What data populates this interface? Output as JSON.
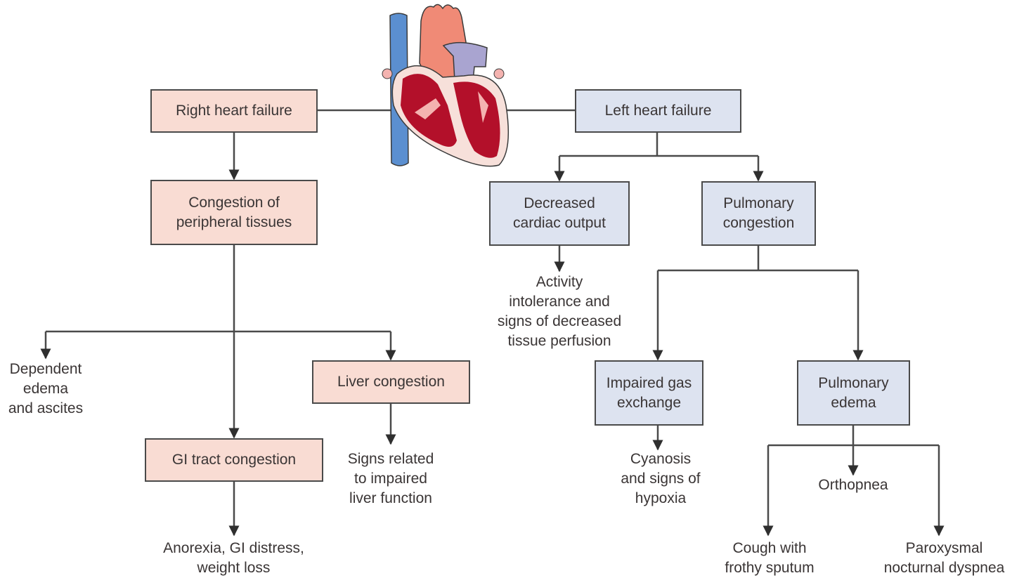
{
  "diagram": {
    "topic": "Heart failure consequences",
    "illustration": "heart-cross-section",
    "colors": {
      "right_side_box": "#f9dcd3",
      "left_side_box": "#dde3f0",
      "line": "#4a4a4a",
      "heart_muscle": "#b3102a",
      "vena_cava": "#5b8fd0",
      "aorta": "#f08a76",
      "pulmonary_artery": "#a9a4d0"
    },
    "right": {
      "root": "Right heart failure",
      "congestion": "Congestion of\nperipheral tissues",
      "edema": "Dependent\nedema\nand ascites",
      "liver": "Liver congestion",
      "liver_effect": "Signs related\nto impaired\nliver function",
      "gi": "GI tract congestion",
      "gi_effect": "Anorexia, GI distress,\nweight loss"
    },
    "left": {
      "root": "Left heart failure",
      "cardiac_output": "Decreased\ncardiac output",
      "cardiac_effect": "Activity\nintolerance and\nsigns of decreased\ntissue perfusion",
      "pulmonary_congestion": "Pulmonary\ncongestion",
      "gas_exchange": "Impaired gas\nexchange",
      "gas_effect": "Cyanosis\nand signs of\nhypoxia",
      "pulmonary_edema": "Pulmonary\nedema",
      "orthopnea": "Orthopnea",
      "cough": "Cough with\nfrothy sputum",
      "pnd": "Paroxysmal\nnocturnal dyspnea"
    }
  }
}
